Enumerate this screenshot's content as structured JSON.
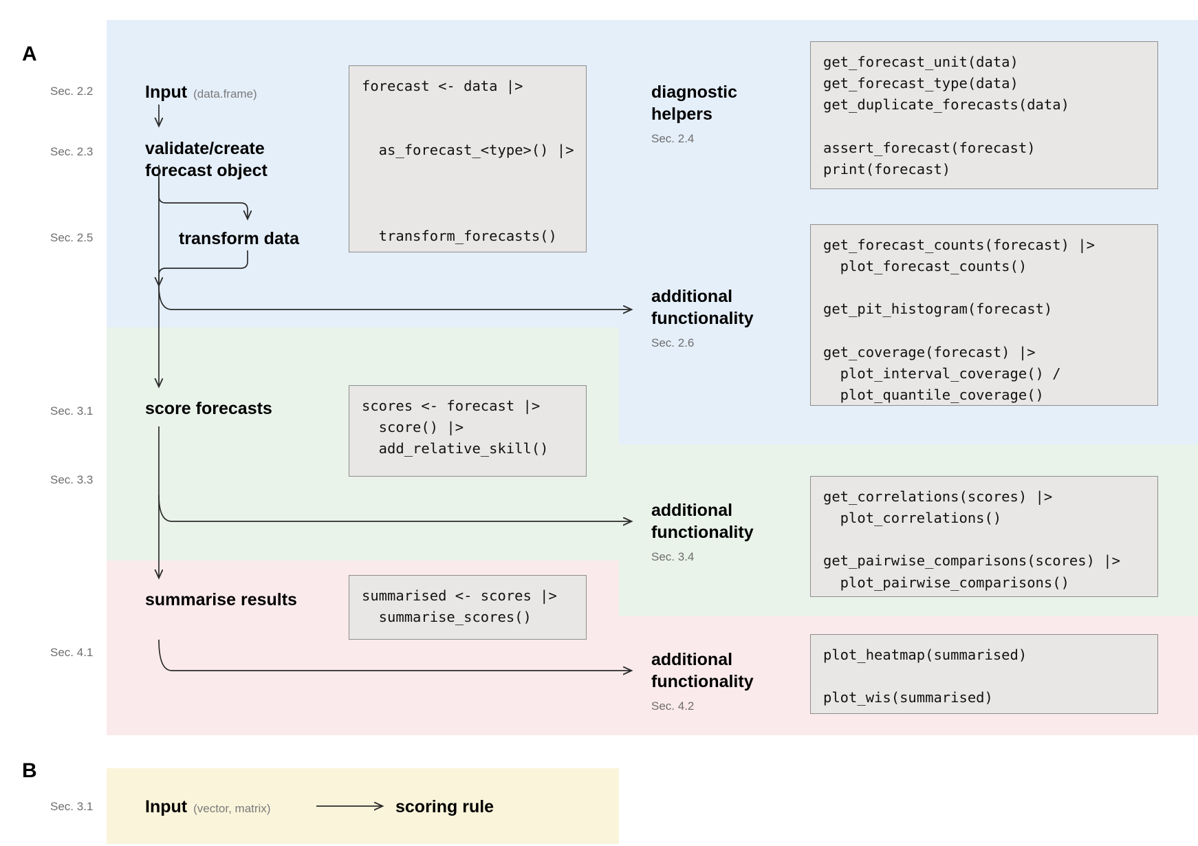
{
  "panels": {
    "a": {
      "letter": "A"
    },
    "b": {
      "letter": "B"
    }
  },
  "sections": {
    "s22": "Sec. 2.2",
    "s23": "Sec. 2.3",
    "s25": "Sec. 2.5",
    "s31": "Sec. 3.1",
    "s33": "Sec. 3.3",
    "s41": "Sec. 4.1",
    "s31b": "Sec. 3.1"
  },
  "nodes": {
    "input": {
      "label": "Input",
      "annotation": "(data.frame)"
    },
    "validate": {
      "line1": "validate/create",
      "line2": "forecast object"
    },
    "transform": {
      "label": "transform data"
    },
    "score": {
      "label": "score forecasts"
    },
    "summarise": {
      "label": "summarise results"
    },
    "input_b": {
      "label": "Input",
      "annotation": "(vector, matrix)"
    },
    "scoring_rule": {
      "label": "scoring rule"
    }
  },
  "headings": {
    "diagnostic": {
      "line1": "diagnostic",
      "line2": "helpers",
      "sec": "Sec. 2.4"
    },
    "addl_26": {
      "line1": "additional",
      "line2": "functionality",
      "sec": "Sec. 2.6"
    },
    "addl_34": {
      "line1": "additional",
      "line2": "functionality",
      "sec": "Sec. 3.4"
    },
    "addl_42": {
      "line1": "additional",
      "line2": "functionality",
      "sec": "Sec. 4.2"
    }
  },
  "code_boxes": {
    "forecast_pipeline": [
      "forecast <- data |>",
      "",
      "",
      "  as_forecast_<type>() |>",
      "",
      "",
      "",
      "  transform_forecasts()"
    ],
    "diagnostic_helpers": [
      "get_forecast_unit(data)",
      "get_forecast_type(data)",
      "get_duplicate_forecasts(data)",
      "",
      "assert_forecast(forecast)",
      "print(forecast)"
    ],
    "addl_26": [
      "get_forecast_counts(forecast) |>",
      "  plot_forecast_counts()",
      "",
      "get_pit_histogram(forecast)",
      "",
      "get_coverage(forecast) |>",
      "  plot_interval_coverage() /",
      "  plot_quantile_coverage()"
    ],
    "score_pipeline": [
      "scores <- forecast |>",
      "  score() |>",
      "  add_relative_skill()"
    ],
    "addl_34": [
      "get_correlations(scores) |>",
      "  plot_correlations()",
      "",
      "get_pairwise_comparisons(scores) |>",
      "  plot_pairwise_comparisons()"
    ],
    "summarise_pipeline": [
      "summarised <- scores |>",
      "  summarise_scores()"
    ],
    "addl_42": [
      "plot_heatmap(summarised)",
      "",
      "plot_wis(summarised)"
    ]
  },
  "colors": {
    "band_blue": "#e5effa",
    "band_green": "#e9f3ea",
    "band_pink": "#fbeaec",
    "band_yellow": "#faf4da",
    "code_bg": "#e8e7e5",
    "code_border": "#8d8d8d",
    "sec_text": "#6d6d6d",
    "annotation_text": "#7a7a7a"
  }
}
